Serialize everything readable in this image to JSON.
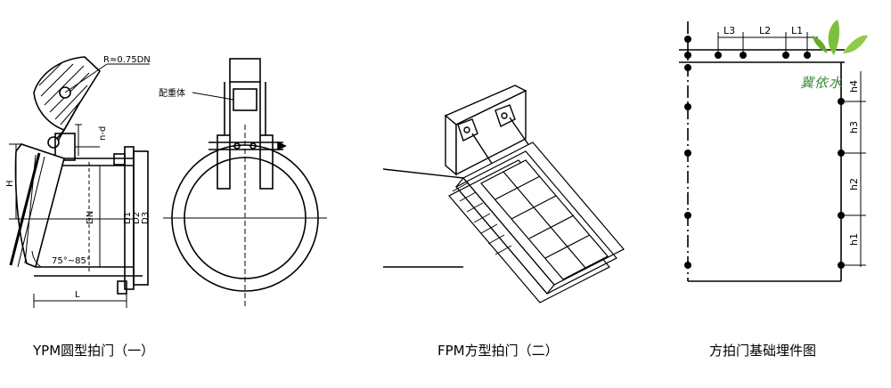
{
  "captions": {
    "ypm": "YPM圆型拍门（一）",
    "fpm": "FPM方型拍门（二）",
    "embed": "方拍门基础埋件图"
  },
  "ypm_labels": {
    "radius": "R≈0.75DN",
    "n_d": "n-d",
    "h": "H",
    "dn": "DN",
    "d1": "D1",
    "d2": "D2",
    "d3": "D3",
    "angle": "75°~85°",
    "l": "L",
    "counterweight": "配重体"
  },
  "embed_labels": {
    "l3": "L3",
    "l2": "L2",
    "l1": "L1",
    "h4": "h4",
    "h3": "h3",
    "h2": "h2",
    "h1": "h1"
  },
  "watermark": {
    "text": "冀依水",
    "color": "#3a8a3a",
    "leaf_color": "#7bbf3a"
  }
}
